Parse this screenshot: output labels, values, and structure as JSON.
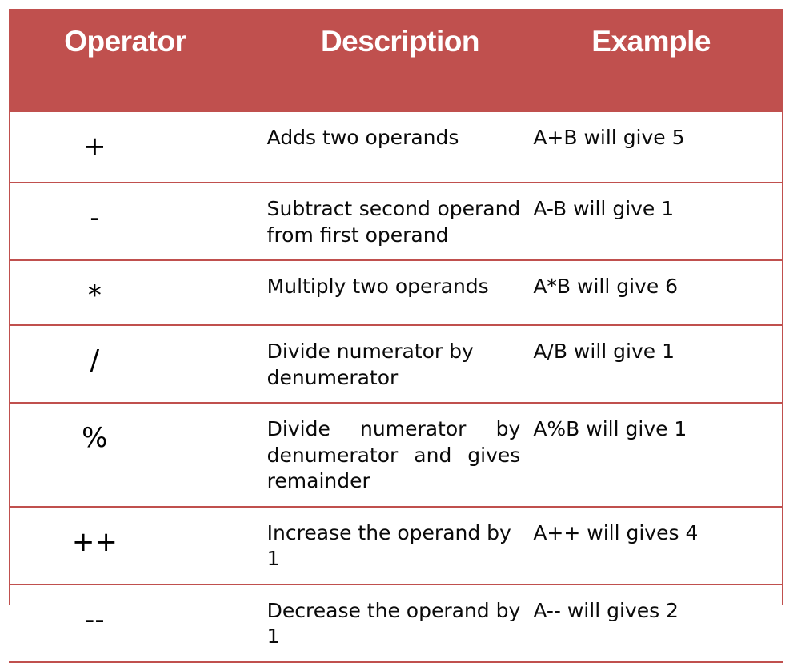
{
  "table": {
    "headers": {
      "operator": "Operator",
      "description": "Description",
      "example": "Example"
    },
    "header_bg": "#c0504e",
    "header_text_color": "#ffffff",
    "border_color": "#c0504e",
    "rows": [
      {
        "operator": "+",
        "description": "Adds two operands",
        "example": "A+B will give 5"
      },
      {
        "operator": "-",
        "description": "Subtract second operand from first operand",
        "example": "A-B will give 1"
      },
      {
        "operator": "*",
        "description": "Multiply two operands",
        "example": "A*B will give 6"
      },
      {
        "operator": "/",
        "description": "Divide numerator by denumerator",
        "example": "A/B will give 1"
      },
      {
        "operator": "%",
        "description": "Divide numerator by denumerator and gives remainder",
        "example": "A%B will give 1"
      },
      {
        "operator": "++",
        "description": "Increase the operand by 1",
        "example": "A++ will gives 4"
      },
      {
        "operator": "--",
        "description": "Decrease the operand by 1",
        "example": "A-- will gives 2"
      }
    ]
  }
}
